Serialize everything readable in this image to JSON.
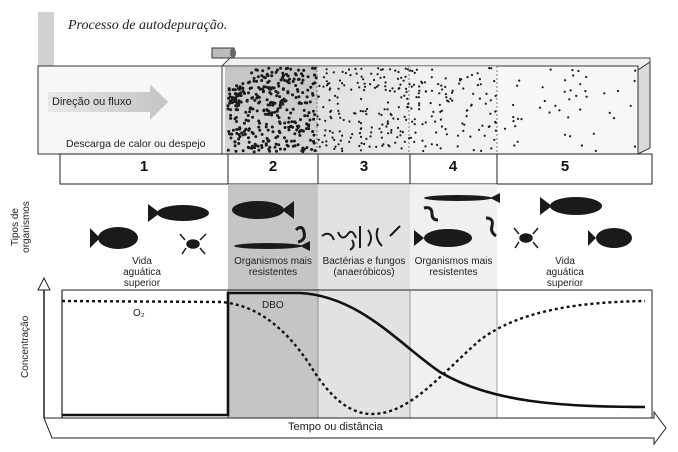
{
  "title": "Processo de autodepuração.",
  "channel": {
    "flow_label": "Direção ou fluxo",
    "discharge_label": "Descarga de calor ou despejo"
  },
  "zones": [
    {
      "number": "1",
      "organisms": "Vida aguática superior"
    },
    {
      "number": "2",
      "organisms": "Organismos mais resistentes"
    },
    {
      "number": "3",
      "organisms": "Bactérias e fungos (anaeróbicos)"
    },
    {
      "number": "4",
      "organisms": "Organismos mais resistentes"
    },
    {
      "number": "5",
      "organisms": "Vida aguática superior"
    }
  ],
  "organisms_axis": "Tipos de organismos",
  "graph": {
    "y_label": "Concentração",
    "x_label": "Tempo ou distância",
    "o2_label": "O₂",
    "dbo_label": "DBO"
  }
}
